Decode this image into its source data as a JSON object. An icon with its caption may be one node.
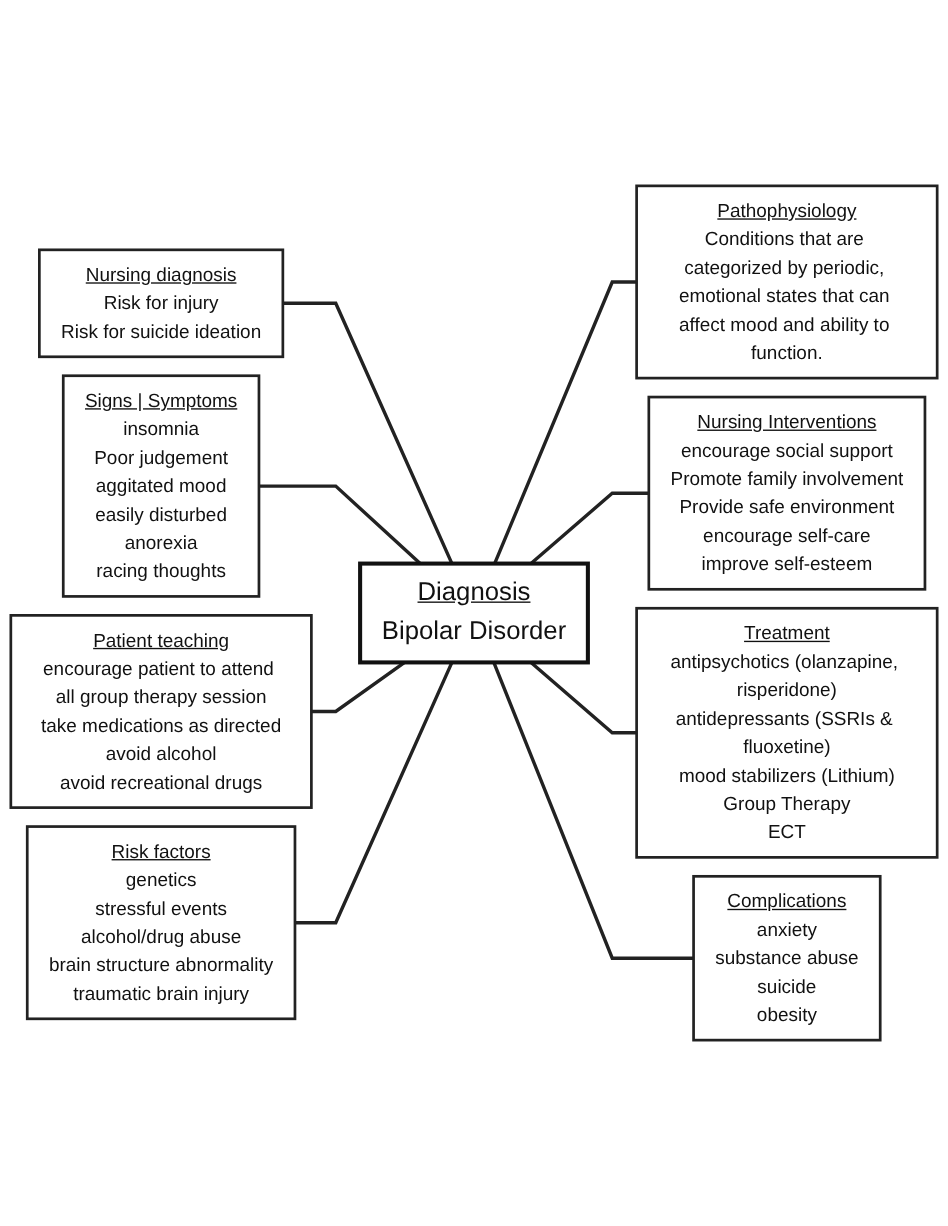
{
  "diagram": {
    "nodes": [
      {
        "text": [
          "Pathophysiology",
          "Conditions that are categorized by periodic, emotional states that can affect mood and ability to function."
        ]
      },
      {
        "text": [
          "Nursing Interventions",
          "encourage social support",
          "Promote family involvement",
          "Provide safe environment",
          "encourage self-care",
          "improve self-esteem"
        ]
      },
      {
        "text": [
          "Treatment",
          "antipsychotics (olanzapine, risperidone)",
          "antidepressants (SSRIs & fluoxetine)",
          "mood stabilizers (Lithium)",
          "Group Therapy",
          "ECT"
        ]
      },
      {
        "text": [
          "Nursing diagnosis",
          "Risk for injury",
          "Risk for suicide ideation"
        ]
      },
      {
        "text": [
          "Diagnosis",
          "Bipolar Disorder"
        ]
      },
      {
        "text": [
          "Complications",
          "anxiety",
          "substance abuse",
          "suicide",
          "obesity"
        ]
      },
      {
        "text": [
          "Signs | Symptoms",
          "insomnia",
          "Poor judgement",
          "aggitated mood",
          "easily disturbed",
          "anorexia",
          "racing thoughts"
        ]
      },
      {
        "text": [
          "Patient teaching",
          "encourage patient to attend all group therapy session",
          "take medications as directed",
          "avoid alcohol",
          "avoid recreational drugs"
        ]
      },
      {
        "text": [
          "Risk factors",
          "genetics",
          "stressful events",
          "alcohol/drug abuse",
          "brain structure abnormality",
          "traumatic brain injury"
        ]
      }
    ],
    "edges": [
      {
        "from": 4,
        "to": 0,
        "arrow": "none"
      },
      {
        "from": 4,
        "to": 1,
        "arrow": "none"
      },
      {
        "from": 4,
        "to": 2,
        "arrow": "none"
      },
      {
        "from": 3,
        "to": 4,
        "arrow": "none"
      },
      {
        "from": 4,
        "to": 5,
        "arrow": "none"
      },
      {
        "from": 6,
        "to": 4,
        "arrow": "none"
      },
      {
        "from": 7,
        "to": 4,
        "arrow": "none"
      },
      {
        "from": 8,
        "to": 4,
        "arrow": "none"
      }
    ]
  }
}
